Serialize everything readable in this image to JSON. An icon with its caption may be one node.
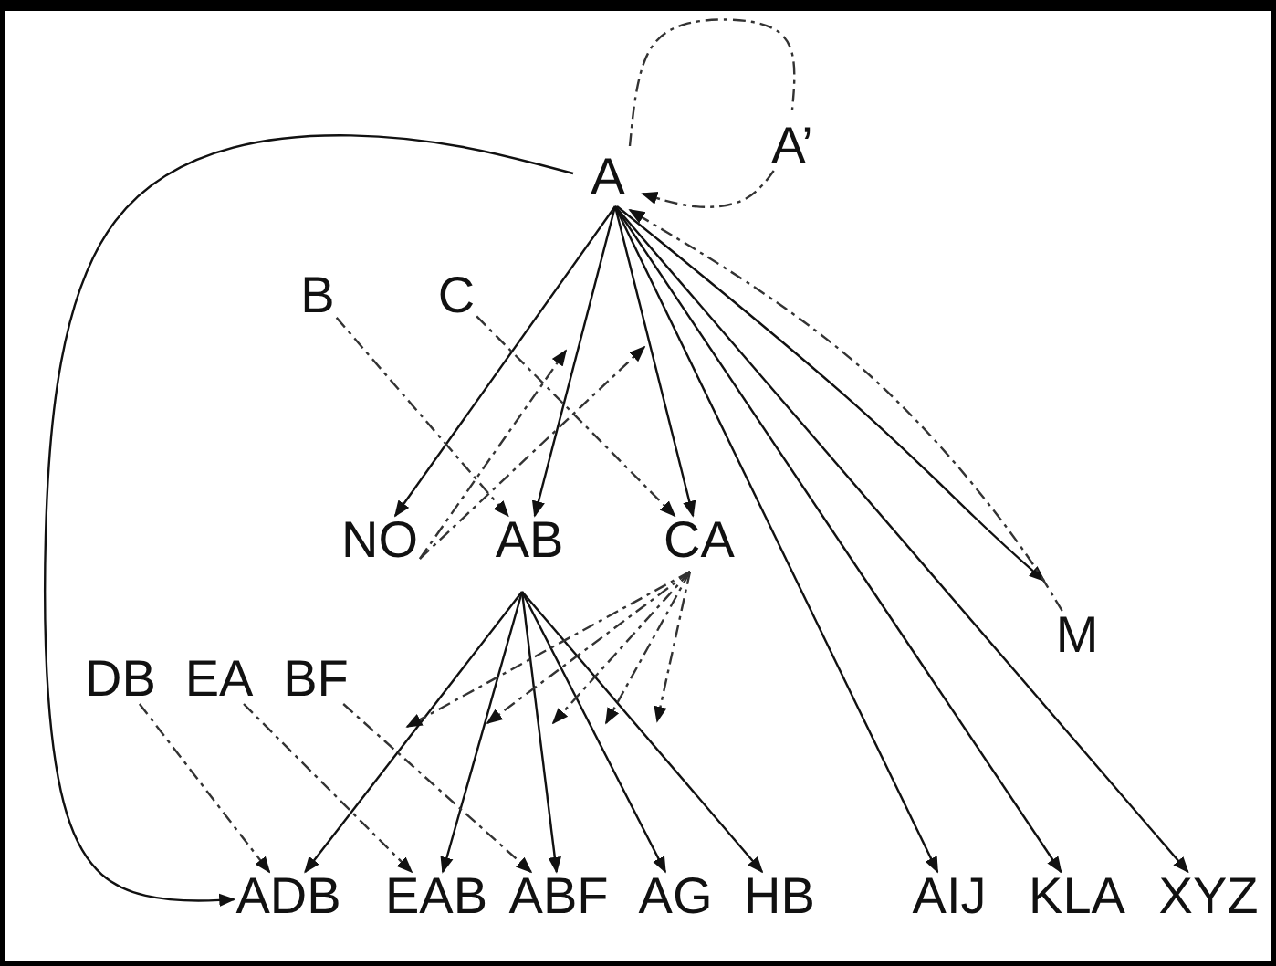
{
  "diagram": {
    "nodes": [
      {
        "text": [
          "A"
        ]
      },
      {
        "text": [
          "A’"
        ]
      },
      {
        "text": [
          "B"
        ]
      },
      {
        "text": [
          "C"
        ]
      },
      {
        "text": [
          "NO"
        ]
      },
      {
        "text": [
          "AB"
        ]
      },
      {
        "text": [
          "CA"
        ]
      },
      {
        "text": [
          "M"
        ]
      },
      {
        "text": [
          "DB"
        ]
      },
      {
        "text": [
          "EA"
        ]
      },
      {
        "text": [
          "BF"
        ]
      },
      {
        "text": [
          "ADB"
        ]
      },
      {
        "text": [
          "EAB"
        ]
      },
      {
        "text": [
          "ABF"
        ]
      },
      {
        "text": [
          "AG"
        ]
      },
      {
        "text": [
          "HB"
        ]
      },
      {
        "text": [
          "AIJ"
        ]
      },
      {
        "text": [
          "KLA"
        ]
      },
      {
        "text": [
          "XYZ"
        ]
      }
    ],
    "edges": [
      {
        "from": 0,
        "to": 4,
        "arrow": "to"
      },
      {
        "from": 0,
        "to": 5,
        "arrow": "to"
      },
      {
        "from": 0,
        "to": 6,
        "arrow": "to"
      },
      {
        "from": 0,
        "to": 16,
        "arrow": "to"
      },
      {
        "from": 0,
        "to": 17,
        "arrow": "to"
      },
      {
        "from": 0,
        "to": 18,
        "arrow": "to"
      },
      {
        "from": 0,
        "to": 7,
        "arrow": "to"
      },
      {
        "from": 0,
        "to": 11,
        "arrow": "to"
      },
      {
        "from": 1,
        "to": 0,
        "arrow": "to",
        "style": "dashed"
      },
      {
        "from": 7,
        "to": 0,
        "arrow": "to",
        "style": "dashed"
      },
      {
        "from": 2,
        "to": 5,
        "arrow": "to",
        "style": "dashed"
      },
      {
        "from": 3,
        "to": 6,
        "arrow": "to",
        "style": "dashed"
      },
      {
        "from": 4,
        "to": null,
        "arrow": "to",
        "style": "dashed"
      },
      {
        "from": 4,
        "to": null,
        "arrow": "to",
        "style": "dashed"
      },
      {
        "from": 5,
        "to": 11,
        "arrow": "to"
      },
      {
        "from": 5,
        "to": 12,
        "arrow": "to"
      },
      {
        "from": 5,
        "to": 13,
        "arrow": "to"
      },
      {
        "from": 5,
        "to": 14,
        "arrow": "to"
      },
      {
        "from": 5,
        "to": 15,
        "arrow": "to"
      },
      {
        "from": 6,
        "to": null,
        "arrow": "to",
        "style": "dashed"
      },
      {
        "from": 6,
        "to": null,
        "arrow": "to",
        "style": "dashed"
      },
      {
        "from": 6,
        "to": null,
        "arrow": "to",
        "style": "dashed"
      },
      {
        "from": 6,
        "to": null,
        "arrow": "to",
        "style": "dashed"
      },
      {
        "from": 6,
        "to": null,
        "arrow": "to",
        "style": "dashed"
      },
      {
        "from": 8,
        "to": 11,
        "arrow": "to",
        "style": "dashed"
      },
      {
        "from": 9,
        "to": 12,
        "arrow": "to",
        "style": "dashed"
      },
      {
        "from": 10,
        "to": 13,
        "arrow": "to",
        "style": "dashed"
      }
    ]
  }
}
